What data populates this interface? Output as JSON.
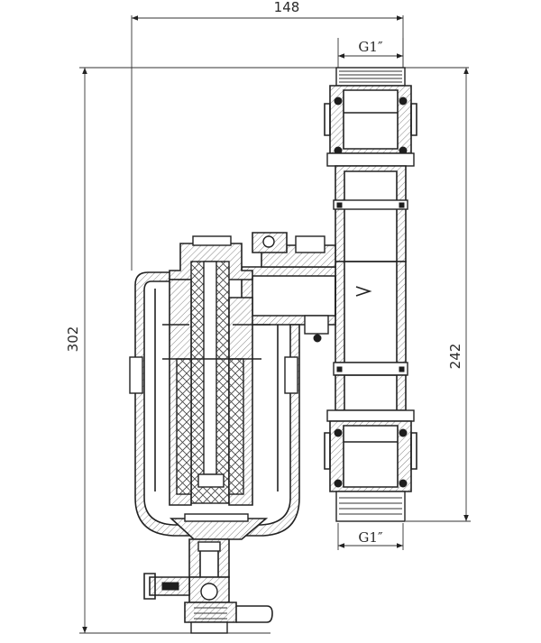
{
  "dimensions": {
    "overall_width": "148",
    "overall_height": "302",
    "connection_spacing": "242"
  },
  "threads": {
    "top": "G1″",
    "bottom": "G1″"
  }
}
